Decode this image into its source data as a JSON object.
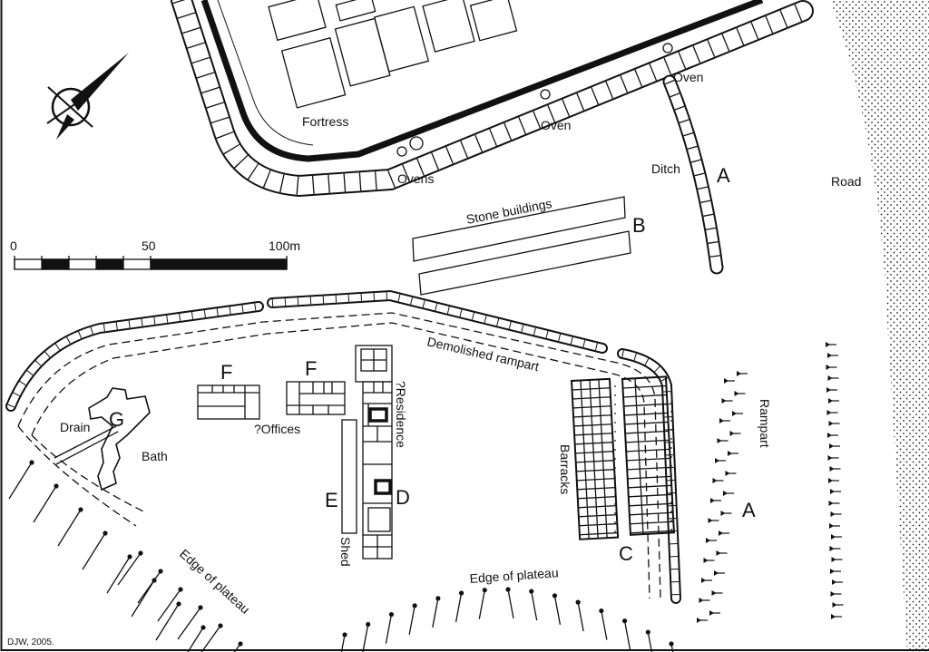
{
  "labels": {
    "fortress": "Fortress",
    "ovens": "Ovens",
    "oven_1": "Oven",
    "oven_2": "Oven",
    "ditch": "Ditch",
    "letter_a_ditch": "A",
    "road": "Road",
    "stone_buildings": "Stone buildings",
    "letter_b": "B",
    "demolished_rampart": "Demolished rampart",
    "letter_f_1": "F",
    "letter_f_2": "F",
    "offices": "?Offices",
    "residence": "?Residence",
    "letter_g": "G",
    "drain": "Drain",
    "bath": "Bath",
    "letter_e": "E",
    "letter_d": "D",
    "shed": "Shed",
    "barracks": "Barracks",
    "letter_c": "C",
    "rampart": "Rampart",
    "letter_a_rampart": "A",
    "edge_of_plateau_1": "Edge of plateau",
    "edge_of_plateau_2": "Edge of plateau",
    "credit": "DJW, 2005."
  },
  "scale_bar": {
    "ticks": [
      "0",
      "50",
      "100m"
    ]
  },
  "icons": {
    "north_arrow": "north-arrow-icon"
  },
  "colors": {
    "ink": "#111111",
    "paper": "#ffffff"
  }
}
